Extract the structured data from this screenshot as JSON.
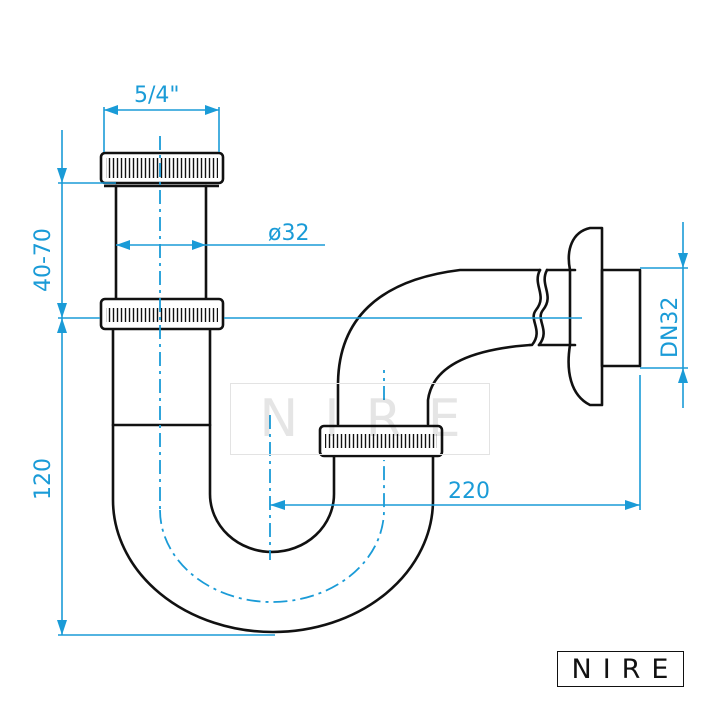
{
  "dimensions": {
    "thread_size": "5/4\"",
    "diameter": "ø32",
    "height_range": "40-70",
    "trap_height": "120",
    "horizontal_length": "220",
    "wall_connection": "DN32"
  },
  "brand": {
    "logo_text": "NIRE",
    "watermark_text": "NIRE"
  },
  "colors": {
    "line": "#111111",
    "dimension": "#1a9bd7",
    "watermark": "#e0e0e0"
  }
}
